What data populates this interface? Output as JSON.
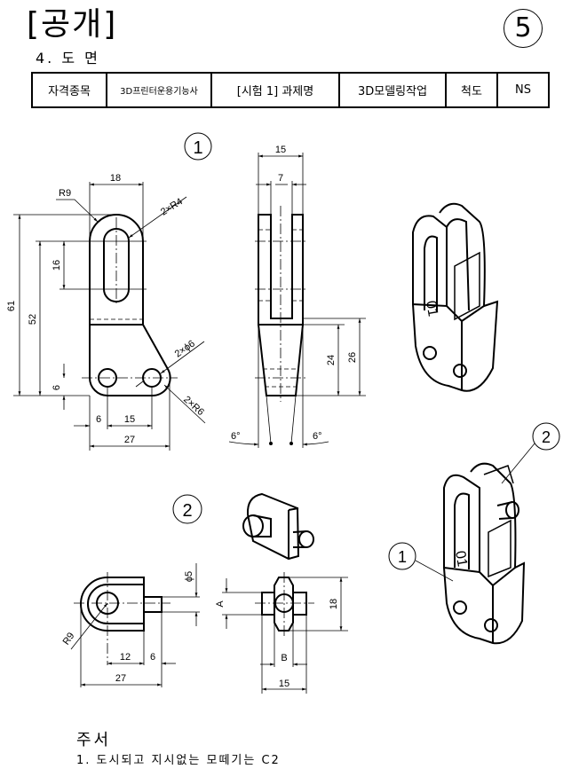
{
  "header": {
    "title": "[공개]",
    "section": "4. 도 면",
    "page_number": "5"
  },
  "info_table": {
    "qualification_label": "자격종목",
    "qualification_value": "3D프린터운용기능사",
    "task_label": "[시험 1] 과제명",
    "task_value": "3D모델링작업",
    "scale_label": "척도",
    "scale_value": "NS"
  },
  "part1": {
    "balloon": "1",
    "front_dims": {
      "width_top": "18",
      "r9": "R9",
      "slot_r": "2×R4",
      "height_total": "61",
      "height_52": "52",
      "slot_len": "16",
      "hole_y": "6",
      "hole_dia": "2×ϕ6",
      "fillet": "2×R6",
      "x6": "6",
      "x15": "15",
      "width_total": "27"
    },
    "side_dims": {
      "width": "15",
      "slot": "7",
      "h24": "24",
      "h26": "26",
      "angle_left": "6°",
      "angle_right": "6°"
    },
    "engraving": "01"
  },
  "part2": {
    "balloon": "2",
    "front_dims": {
      "pin_dia": "ϕ5",
      "r9": "R9",
      "x12": "12",
      "x6": "6",
      "width_total": "27"
    },
    "side_dims": {
      "a": "A",
      "height": "18",
      "b": "B",
      "width": "15"
    }
  },
  "assembly": {
    "balloon_1": "1",
    "balloon_2": "2",
    "engraving": "01"
  },
  "notes": {
    "title": "주서",
    "items": [
      "1. 도시되고 지시없는 모떼기는 C2"
    ]
  }
}
